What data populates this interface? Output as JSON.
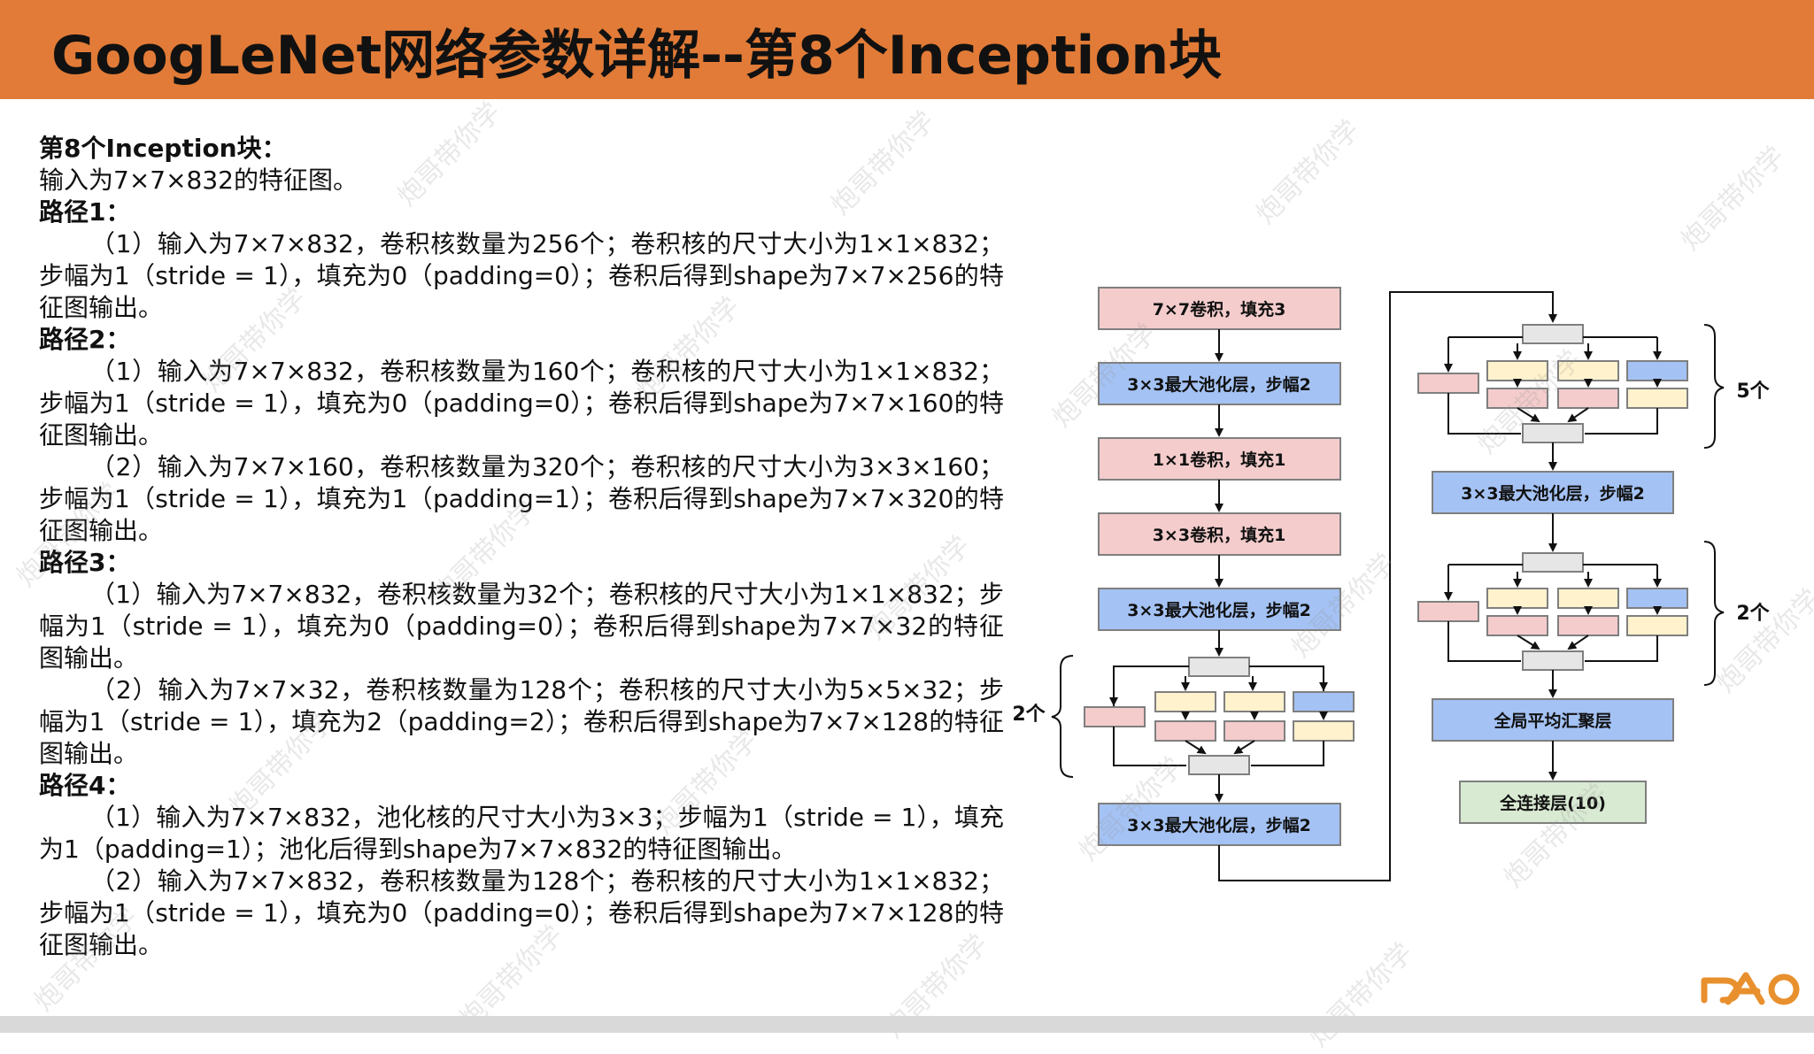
{
  "header": {
    "title": "GoogLeNet网络参数详解--第8个Inception块",
    "color": "#e17b37"
  },
  "text": {
    "block_title": "第8个Inception块：",
    "input": "输入为7×7×832的特征图。",
    "path1": {
      "heading": "路径1：",
      "steps": [
        "（1）输入为7×7×832，卷积核数量为256个；卷积核的尺寸大小为1×1×832；步幅为1（stride = 1），填充为0（padding=0）；卷积后得到shape为7×7×256的特征图输出。"
      ]
    },
    "path2": {
      "heading": "路径2：",
      "steps": [
        "（1）输入为7×7×832，卷积核数量为160个；卷积核的尺寸大小为1×1×832；步幅为1（stride = 1），填充为0（padding=0）；卷积后得到shape为7×7×160的特征图输出。",
        "（2）输入为7×7×160，卷积核数量为320个；卷积核的尺寸大小为3×3×160；步幅为1（stride = 1），填充为1（padding=1）；卷积后得到shape为7×7×320的特征图输出。"
      ]
    },
    "path3": {
      "heading": "路径3：",
      "steps": [
        "（1）输入为7×7×832，卷积核数量为32个；卷积核的尺寸大小为1×1×832；步幅为1（stride = 1），填充为0（padding=0）；卷积后得到shape为7×7×32的特征图输出。",
        "（2）输入为7×7×32，卷积核数量为128个；卷积核的尺寸大小为5×5×32；步幅为1（stride = 1），填充为2（padding=2）；卷积后得到shape为7×7×128的特征图输出。"
      ]
    },
    "path4": {
      "heading": "路径4：",
      "steps": [
        "（1）输入为7×7×832，池化核的尺寸大小为3×3；步幅为1（stride = 1），填充为1（padding=1）；池化后得到shape为7×7×832的特征图输出。",
        "（2）输入为7×7×832，卷积核数量为128个；卷积核的尺寸大小为1×1×832；步幅为1（stride = 1），填充为0（padding=0）；卷积后得到shape为7×7×128的特征图输出。"
      ]
    }
  },
  "diagram": {
    "blocks": {
      "conv7": "7×7卷积，填充3",
      "pool1": "3×3最大池化层，步幅2",
      "conv1": "1×1卷积，填充1",
      "conv3": "3×3卷积，填充1",
      "pool2": "3×3最大池化层，步幅2",
      "pool3": "3×3最大池化层，步幅2",
      "pool4": "3×3最大池化层，步幅2",
      "gap": "全局平均汇聚层",
      "fc": "全连接层(10)"
    },
    "repeat_labels": {
      "group_a": "2个",
      "group_b": "5个",
      "group_c": "2个"
    },
    "colors": {
      "pink": "#f4cccc",
      "blue": "#a4c2f4",
      "yellow": "#fff2cc",
      "green": "#d9ead3",
      "gray": "#e6e6e6",
      "border": "#7f7f7f"
    }
  },
  "watermark": "炮哥带你学",
  "logo": "PAO"
}
